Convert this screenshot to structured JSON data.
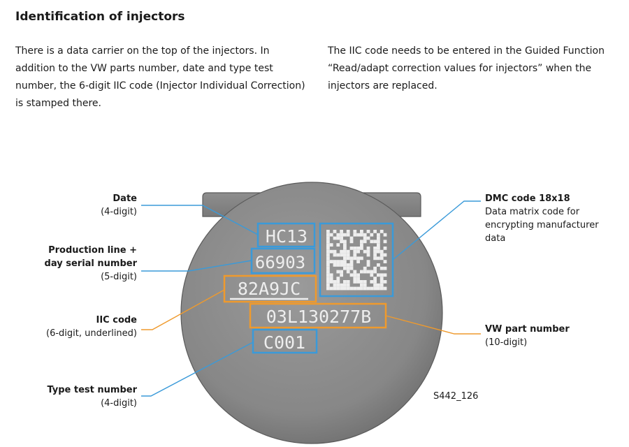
{
  "heading": "Identification of injectors",
  "intro_left": "There is a data carrier on the top of the injectors. In addition to the VW parts number, date and type test number, the 6-digit IIC code (Injector Individual Correction) is stamped there.",
  "intro_right": "The IIC code needs to be entered in the Guided Function “Read/adapt correction values for injectors” when the injectors are replaced.",
  "colors": {
    "callout_blue": "#3a9ad9",
    "callout_orange": "#ef9a2d",
    "injector_body": "#8a8a8a"
  },
  "stamps": {
    "date": "HC13",
    "production": "66903",
    "iic": "82A9JC",
    "part": "03L130277B",
    "type_test": "C001"
  },
  "labels": {
    "date": {
      "title": "Date",
      "sub": "(4-digit)"
    },
    "production": {
      "title_1": "Production line +",
      "title_2": "day serial number",
      "sub": "(5-digit)"
    },
    "iic": {
      "title": "IIC code",
      "sub": "(6-digit, underlined)"
    },
    "type_test": {
      "title": "Type test number",
      "sub": "(4-digit)"
    },
    "dmc": {
      "title": "DMC code 18x18",
      "sub_1": "Data matrix code for",
      "sub_2": "encrypting manufacturer",
      "sub_3": "data"
    },
    "part": {
      "title": "VW part number",
      "sub": "(10-digit)"
    }
  },
  "figure_ref": "S442_126"
}
